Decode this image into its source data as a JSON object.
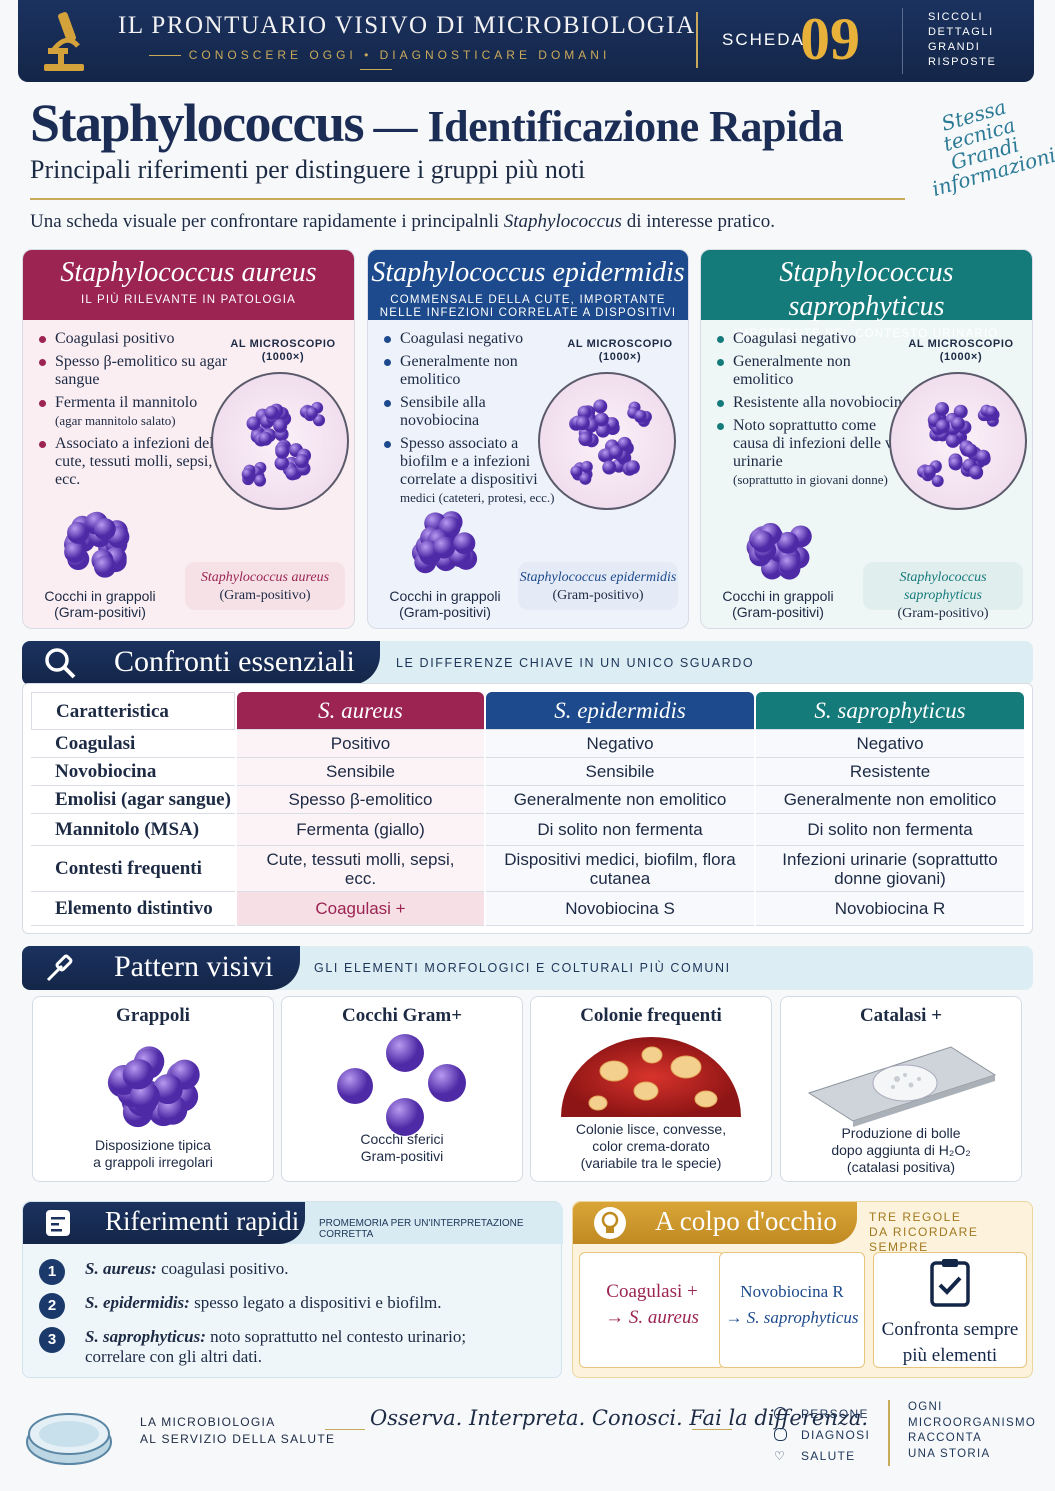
{
  "header": {
    "title": "IL PRONTUARIO VISIVO DI MICROBIOLOGIA",
    "tagline": "CONOSCERE OGGI • DIAGNOSTICARE DOMANI",
    "scheda_label": "SCHEDA",
    "scheda_num": "09",
    "side": [
      "SICCOLI",
      "DETTAGLI",
      "GRANDI",
      "RISPOSTE"
    ]
  },
  "page": {
    "title_a": "Staphylococcus",
    "title_b": " — Identificazione Rapida",
    "subtitle": "Principali riferimenti per distinguere i gruppi più noti",
    "script_note": [
      "Stessa",
      "tecnica",
      "Grandi",
      "informazioni"
    ],
    "intro_a": "Una scheda visuale per confrontare rapidamente i principalnli ",
    "intro_b": "Staphylococcus",
    "intro_c": " di interesse pratico."
  },
  "cards": [
    {
      "name": "Staphylococcus aureus",
      "subtitle": [
        "IL PIÙ RILEVANTE IN PATOLOGIA"
      ],
      "color": "#9b2452",
      "bullets": [
        {
          "t": "Coagulasi positivo"
        },
        {
          "t": "Spesso β-emolitico su agar sangue"
        },
        {
          "t": "Fermenta il mannitolo",
          "s": "(agar mannitolo salato)"
        },
        {
          "t": "Associato a infezioni della cute, tessuti molli, sepsi, ecc."
        }
      ],
      "micro": "AL MICROSCOPIO",
      "mag": "(1000×)",
      "cap1": "Cocchi in grappoli",
      "cap2": "(Gram-positivi)",
      "tag1": "Staphylococcus aureus",
      "tag2": "(Gram-positivo)"
    },
    {
      "name": "Staphylococcus epidermidis",
      "subtitle": [
        "COMMENSALE DELLA CUTE, IMPORTANTE",
        "NELLE INFEZIONI CORRELATE A DISPOSITIVI"
      ],
      "color": "#1c4a8c",
      "bullets": [
        {
          "t": "Coagulasi negativo"
        },
        {
          "t": "Generalmente non emolitico"
        },
        {
          "t": "Sensibile alla novobiocina"
        },
        {
          "t": "Spesso associato a biofilm e a infezioni correlate a dispositivi",
          "s": "medici (cateteri, protesi, ecc.)"
        }
      ],
      "micro": "AL MICROSCOPIO",
      "mag": "(1000×)",
      "cap1": "Cocchi in grappoli",
      "cap2": "(Gram-positivi)",
      "tag1": "Staphylococcus epidermidis",
      "tag2": "(Gram-positivo)"
    },
    {
      "name": "Staphylococcus saprophyticus",
      "subtitle": [
        "IMPORTANTE NEL CONTESTO URINARIO"
      ],
      "color": "#157a7a",
      "bullets": [
        {
          "t": "Coagulasi negativo"
        },
        {
          "t": "Generalmente non emolitico"
        },
        {
          "t": "Resistente alla novobiocina"
        },
        {
          "t": "Noto soprattutto come causa di infezioni delle vie urinarie",
          "s": "(soprattutto in giovani donne)"
        }
      ],
      "micro": "AL MICROSCOPIO",
      "mag": "(1000×)",
      "cap1": "Cocchi in grappoli",
      "cap2": "(Gram-positivi)",
      "tag1": "Staphylococcus saprophyticus",
      "tag2": "(Gram-positivo)"
    }
  ],
  "confronti": {
    "title": "Confronti essenziali",
    "desc": "LE DIFFERENZE CHIAVE IN UN UNICO SGUARDO",
    "headers": [
      "Caratteristica",
      "S. aureus",
      "S. epidermidis",
      "S. saprophyticus"
    ],
    "rows": [
      [
        "Coagulasi",
        "Positivo",
        "Negativo",
        "Negativo"
      ],
      [
        "Novobiocina",
        "Sensibile",
        "Sensibile",
        "Resistente"
      ],
      [
        "Emolisi (agar sangue)",
        "Spesso β-emolitico",
        "Generalmente non emolitico",
        "Generalmente non emolitico"
      ],
      [
        "Mannitolo (MSA)",
        "Fermenta (giallo)",
        "Di solito non fermenta",
        "Di solito non fermenta"
      ],
      [
        "Contesti frequenti",
        "Cute, tessuti molli, sepsi, ecc.",
        "Dispositivi medici, biofilm, flora cutanea",
        "Infezioni urinarie (soprattutto donne giovani)"
      ],
      [
        "Elemento distintivo",
        "Coagulasi +",
        "Novobiocina S",
        "Novobiocina R"
      ]
    ]
  },
  "pattern": {
    "title": "Pattern visivi",
    "desc": "GLI ELEMENTI MORFOLOGICI E COLTURALI PIÙ COMUNI",
    "items": [
      {
        "t": "Grappoli",
        "d": [
          "Disposizione tipica",
          "a grappoli irregolari"
        ]
      },
      {
        "t": "Cocchi Gram+",
        "d": [
          "Cocchi sferici",
          "Gram-positivi"
        ]
      },
      {
        "t": "Colonie frequenti",
        "d": [
          "Colonie lisce, convesse,",
          "color crema-dorato",
          "(variabile tra le specie)"
        ]
      },
      {
        "t": "Catalasi +",
        "d": [
          "Produzione di bolle",
          "dopo aggiunta di H₂O₂",
          "(catalasi positiva)"
        ]
      }
    ]
  },
  "riferimenti": {
    "title": "Riferimenti rapidi",
    "desc": "PROMEMORIA PER UN'INTERPRETAZIONE CORRETTA",
    "items": [
      {
        "n": "1",
        "b": "S. aureus:",
        "t": " coagulasi positivo."
      },
      {
        "n": "2",
        "b": "S. epidermidis:",
        "t": " spesso legato a dispositivi e biofilm."
      },
      {
        "n": "3",
        "b": "S. saprophyticus:",
        "t": " noto soprattutto nel contesto urinario; correlare con gli altri dati."
      }
    ]
  },
  "colpo": {
    "title": "A colpo d'occhio",
    "desc1": "TRE REGOLE",
    "desc2": "DA RICORDARE SEMPRE",
    "boxes": [
      {
        "a": "Coagulasi +",
        "b": "→ S. aureus"
      },
      {
        "a": "Novobiocina R",
        "b": "→ S. saprophyticus"
      },
      {
        "a": "Confronta sempre",
        "b": "più elementi"
      }
    ]
  },
  "footer": {
    "left1": "LA MICROBIOLOGIA",
    "left2": "AL SERVIZIO DELLA SALUTE",
    "motto": "Osserva. Interpreta. Conosci. Fai la differenza.",
    "icons": [
      "PERSONE",
      "DIAGNOSI",
      "SALUTE"
    ],
    "right": [
      "OGNI",
      "MICROORGANISMO",
      "RACCONTA",
      "UNA STORIA"
    ]
  },
  "colors": {
    "navy": "#1b3260",
    "gold": "#c9a95a",
    "aureus": "#9b2452",
    "epidermidis": "#1c4a8c",
    "saprophyticus": "#157a7a",
    "cocci": "#6b45c4"
  }
}
